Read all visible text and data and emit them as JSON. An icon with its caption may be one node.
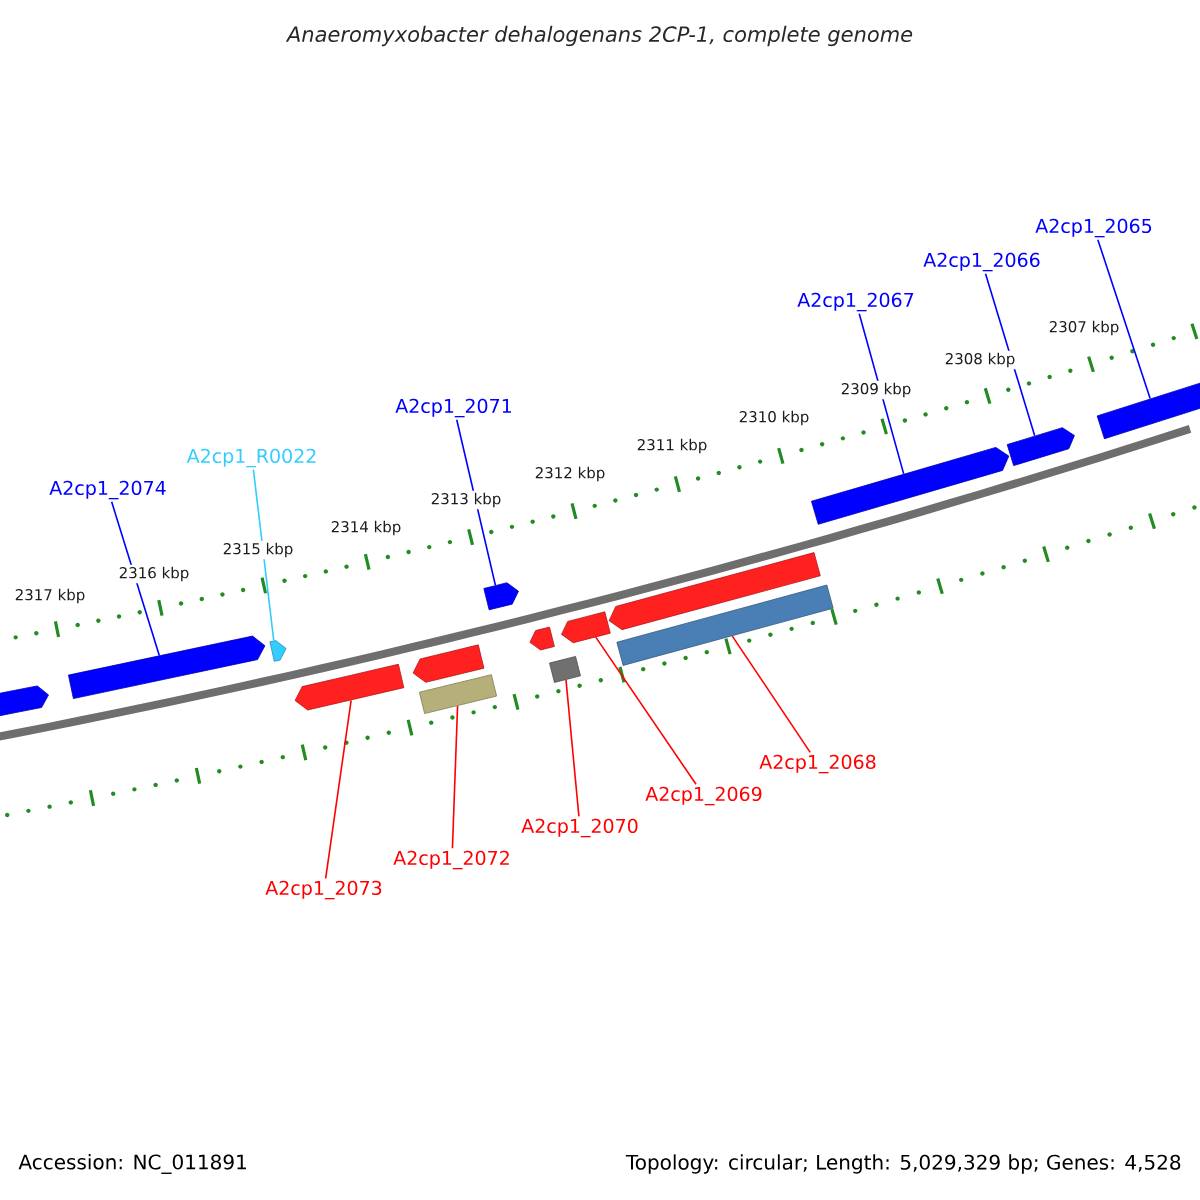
{
  "diagram": {
    "title": "Anaeromyxobacter dehalogenans 2CP-1, complete genome",
    "nodes": [
      {
        "text": [
          "A2cp1_2065"
        ]
      },
      {
        "text": [
          "A2cp1_2066"
        ]
      },
      {
        "text": [
          "A2cp1_2067"
        ]
      },
      {
        "text": [
          "A2cp1_2071"
        ]
      },
      {
        "text": [
          "A2cp1_R0022"
        ]
      },
      {
        "text": [
          "A2cp1_2074"
        ]
      },
      {
        "text": [
          "A2cp1_2068"
        ]
      },
      {
        "text": [
          "A2cp1_2069"
        ]
      },
      {
        "text": [
          "A2cp1_2070"
        ]
      },
      {
        "text": [
          "A2cp1_2072"
        ]
      },
      {
        "text": [
          "A2cp1_2073"
        ]
      },
      {
        "text": [],
        "shape": "arrow"
      },
      {
        "text": [],
        "shape": "arrow"
      },
      {
        "text": [],
        "shape": "arrow"
      },
      {
        "text": [],
        "shape": "arrow"
      },
      {
        "text": [],
        "shape": "arrow"
      },
      {
        "text": [],
        "shape": "arrow"
      },
      {
        "text": [],
        "shape": "arrow"
      },
      {
        "text": [],
        "shape": "arrow"
      },
      {
        "text": [],
        "shape": "box"
      },
      {
        "text": [],
        "shape": "arrow"
      },
      {
        "text": [],
        "shape": "arrow"
      },
      {
        "text": [],
        "shape": "box"
      },
      {
        "text": [],
        "shape": "arrow"
      },
      {
        "text": [],
        "shape": "arrow"
      },
      {
        "text": [],
        "shape": "box"
      }
    ],
    "edges": [
      {
        "from": 0,
        "to": 17,
        "arrow": "none",
        "color": "#0000ff"
      },
      {
        "from": 1,
        "to": 16,
        "arrow": "none",
        "color": "#0000ff"
      },
      {
        "from": 2,
        "to": 15,
        "arrow": "none",
        "color": "#0000ff"
      },
      {
        "from": 3,
        "to": 14,
        "arrow": "none",
        "color": "#0000ff"
      },
      {
        "from": 4,
        "to": 13,
        "arrow": "none",
        "color": "#33ccff"
      },
      {
        "from": 5,
        "to": 12,
        "arrow": "none",
        "color": "#0000ff"
      },
      {
        "from": 6,
        "to": 25,
        "arrow": "none",
        "color": "#ff0000"
      },
      {
        "from": 7,
        "to": 23,
        "arrow": "none",
        "color": "#ff0000"
      },
      {
        "from": 8,
        "to": 22,
        "arrow": "none",
        "color": "#ff0000"
      },
      {
        "from": 9,
        "to": 19,
        "arrow": "none",
        "color": "#ff0000"
      },
      {
        "from": 10,
        "to": 18,
        "arrow": "none",
        "color": "#ff0000"
      }
    ],
    "labels": [
      "2307 kbp",
      "2308 kbp",
      "2309 kbp",
      "2310 kbp",
      "2311 kbp",
      "2312 kbp",
      "2313 kbp",
      "2314 kbp",
      "2315 kbp",
      "2316 kbp",
      "2317 kbp",
      "Accession: NC_011891",
      "Topology: circular; Length: 5,029,329 bp; Genes: 4,528"
    ]
  }
}
